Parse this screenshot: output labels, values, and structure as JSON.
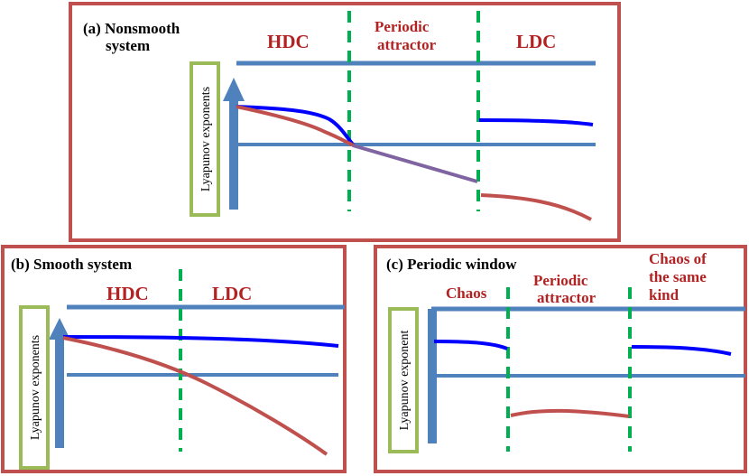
{
  "colors": {
    "panel_border": "#c0504d",
    "axis": "#4f81bd",
    "blue_curve": "#0000ff",
    "red_curve": "#c0504d",
    "purple_curve": "#8064a2",
    "divider": "#00b050",
    "label_box_border": "#9bbb59",
    "region_text": "#b22222"
  },
  "panel_a": {
    "title_line1": "(a)  Nonsmooth",
    "title_line2": "system",
    "regions": [
      "HDC",
      "Periodic",
      "attractor",
      "LDC"
    ],
    "ylabel": "Lyapunov exponents"
  },
  "panel_b": {
    "title": "(b) Smooth system",
    "regions": [
      "HDC",
      "LDC"
    ],
    "ylabel": "Lyapunov exponents"
  },
  "panel_c": {
    "title": "(c) Periodic window",
    "regions": [
      "Chaos",
      "Periodic",
      "attractor",
      "Chaos of",
      "the same",
      "kind"
    ],
    "ylabel": "Lyapunov exponent"
  }
}
